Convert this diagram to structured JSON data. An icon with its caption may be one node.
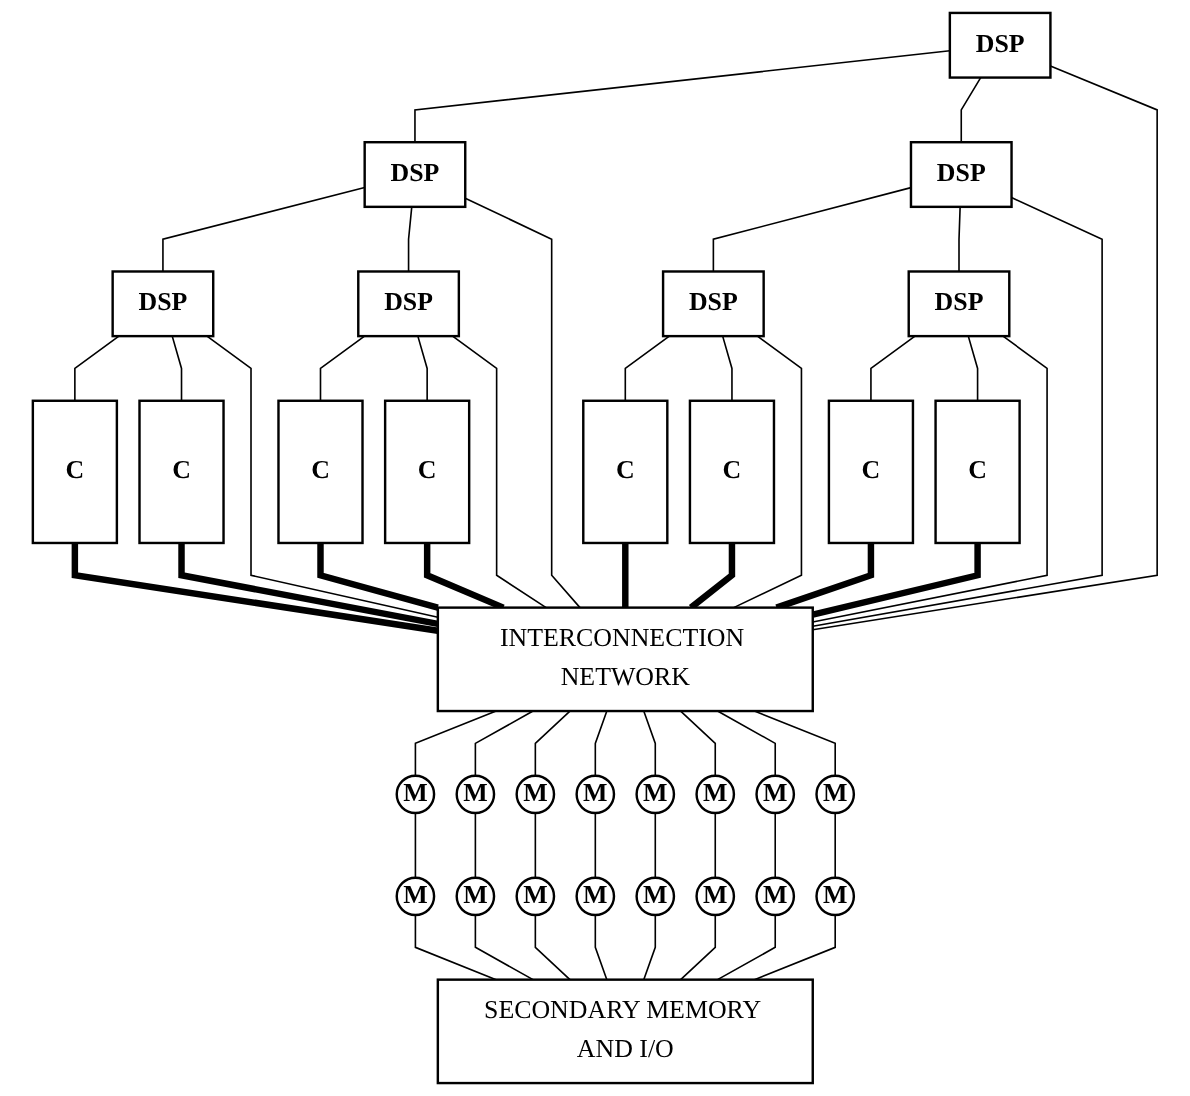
{
  "diagram": {
    "nodes": [
      {
        "text": [
          "DSP"
        ]
      },
      {
        "text": [
          "DSP"
        ]
      },
      {
        "text": [
          "DSP"
        ]
      },
      {
        "text": [
          "DSP"
        ]
      },
      {
        "text": [
          "DSP"
        ]
      },
      {
        "text": [
          "DSP"
        ]
      },
      {
        "text": [
          "DSP"
        ]
      },
      {
        "text": [
          "C"
        ]
      },
      {
        "text": [
          "C"
        ]
      },
      {
        "text": [
          "C"
        ]
      },
      {
        "text": [
          "C"
        ]
      },
      {
        "text": [
          "C"
        ]
      },
      {
        "text": [
          "C"
        ]
      },
      {
        "text": [
          "C"
        ]
      },
      {
        "text": [
          "C"
        ]
      },
      {
        "text": [
          "INTERCONNECTION NETWORK"
        ]
      },
      {
        "text": [
          "M"
        ]
      },
      {
        "text": [
          "M"
        ]
      },
      {
        "text": [
          "M"
        ]
      },
      {
        "text": [
          "M"
        ]
      },
      {
        "text": [
          "M"
        ]
      },
      {
        "text": [
          "M"
        ]
      },
      {
        "text": [
          "M"
        ]
      },
      {
        "text": [
          "M"
        ]
      },
      {
        "text": [
          "M"
        ]
      },
      {
        "text": [
          "M"
        ]
      },
      {
        "text": [
          "M"
        ]
      },
      {
        "text": [
          "M"
        ]
      },
      {
        "text": [
          "M"
        ]
      },
      {
        "text": [
          "M"
        ]
      },
      {
        "text": [
          "M"
        ]
      },
      {
        "text": [
          "M"
        ]
      },
      {
        "text": [
          "SECONDARY MEMORY AND I/O"
        ]
      }
    ],
    "edges": [
      {
        "from": 0,
        "to": 1,
        "arrow": "none"
      },
      {
        "from": 0,
        "to": 2,
        "arrow": "none"
      },
      {
        "from": 0,
        "to": 15,
        "arrow": "none"
      },
      {
        "from": 1,
        "to": 3,
        "arrow": "none"
      },
      {
        "from": 1,
        "to": 4,
        "arrow": "none"
      },
      {
        "from": 1,
        "to": 15,
        "arrow": "none"
      },
      {
        "from": 2,
        "to": 5,
        "arrow": "none"
      },
      {
        "from": 2,
        "to": 6,
        "arrow": "none"
      },
      {
        "from": 2,
        "to": 15,
        "arrow": "none"
      },
      {
        "from": 3,
        "to": 7,
        "arrow": "none"
      },
      {
        "from": 3,
        "to": 8,
        "arrow": "none"
      },
      {
        "from": 3,
        "to": 15,
        "arrow": "none"
      },
      {
        "from": 4,
        "to": 9,
        "arrow": "none"
      },
      {
        "from": 4,
        "to": 10,
        "arrow": "none"
      },
      {
        "from": 4,
        "to": 15,
        "arrow": "none"
      },
      {
        "from": 5,
        "to": 11,
        "arrow": "none"
      },
      {
        "from": 5,
        "to": 12,
        "arrow": "none"
      },
      {
        "from": 5,
        "to": 15,
        "arrow": "none"
      },
      {
        "from": 6,
        "to": 13,
        "arrow": "none"
      },
      {
        "from": 6,
        "to": 14,
        "arrow": "none"
      },
      {
        "from": 6,
        "to": 15,
        "arrow": "none"
      },
      {
        "from": 7,
        "to": 15,
        "arrow": "none",
        "style": "thick"
      },
      {
        "from": 8,
        "to": 15,
        "arrow": "none",
        "style": "thick"
      },
      {
        "from": 9,
        "to": 15,
        "arrow": "none",
        "style": "thick"
      },
      {
        "from": 10,
        "to": 15,
        "arrow": "none",
        "style": "thick"
      },
      {
        "from": 11,
        "to": 15,
        "arrow": "none",
        "style": "thick"
      },
      {
        "from": 12,
        "to": 15,
        "arrow": "none",
        "style": "thick"
      },
      {
        "from": 13,
        "to": 15,
        "arrow": "none",
        "style": "thick"
      },
      {
        "from": 14,
        "to": 15,
        "arrow": "none",
        "style": "thick"
      },
      {
        "from": 15,
        "to": 16,
        "arrow": "none"
      },
      {
        "from": 16,
        "to": 24,
        "arrow": "none"
      },
      {
        "from": 24,
        "to": 32,
        "arrow": "none"
      },
      {
        "from": 15,
        "to": 17,
        "arrow": "none"
      },
      {
        "from": 17,
        "to": 25,
        "arrow": "none"
      },
      {
        "from": 25,
        "to": 32,
        "arrow": "none"
      },
      {
        "from": 15,
        "to": 18,
        "arrow": "none"
      },
      {
        "from": 18,
        "to": 26,
        "arrow": "none"
      },
      {
        "from": 26,
        "to": 32,
        "arrow": "none"
      },
      {
        "from": 15,
        "to": 19,
        "arrow": "none"
      },
      {
        "from": 19,
        "to": 27,
        "arrow": "none"
      },
      {
        "from": 27,
        "to": 32,
        "arrow": "none"
      },
      {
        "from": 15,
        "to": 20,
        "arrow": "none"
      },
      {
        "from": 20,
        "to": 28,
        "arrow": "none"
      },
      {
        "from": 28,
        "to": 32,
        "arrow": "none"
      },
      {
        "from": 15,
        "to": 21,
        "arrow": "none"
      },
      {
        "from": 21,
        "to": 29,
        "arrow": "none"
      },
      {
        "from": 29,
        "to": 32,
        "arrow": "none"
      },
      {
        "from": 15,
        "to": 22,
        "arrow": "none"
      },
      {
        "from": 22,
        "to": 30,
        "arrow": "none"
      },
      {
        "from": 30,
        "to": 32,
        "arrow": "none"
      },
      {
        "from": 15,
        "to": 23,
        "arrow": "none"
      },
      {
        "from": 23,
        "to": 31,
        "arrow": "none"
      },
      {
        "from": 31,
        "to": 32,
        "arrow": "none"
      }
    ]
  }
}
